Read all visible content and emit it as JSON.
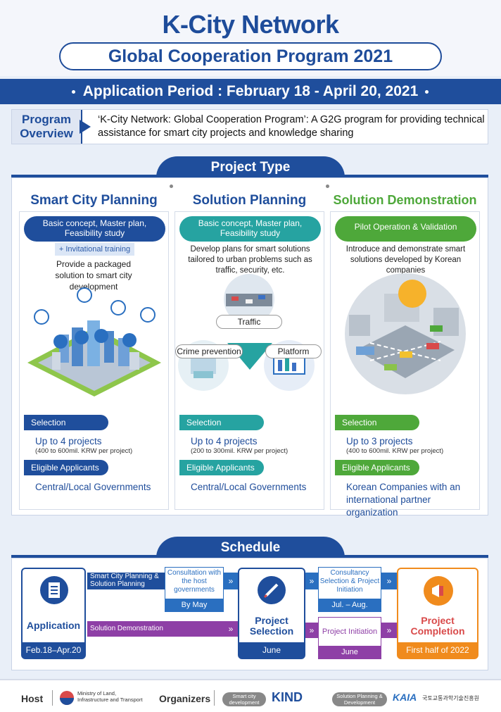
{
  "header": {
    "title": "K-City Network",
    "subtitle": "Global Cooperation Program 2021",
    "period": "Application Period : February 18 - April 20, 2021"
  },
  "overview": {
    "label_line1": "Program",
    "label_line2": "Overview",
    "text": "‘K-City Network: Global Cooperation Program’: A G2G program for providing technical assistance for smart city projects and knowledge sharing"
  },
  "project_type": {
    "title": "Project Type",
    "columns": [
      {
        "title": "Smart City Planning",
        "pill": "Basic concept, Master plan, Feasibility study",
        "sub_pill": "+ Invitational training",
        "desc": "Provide a packaged solution to smart city development",
        "selection_label": "Selection",
        "selection_main": "Up to 4 projects",
        "selection_sub": "(400 to 600mil. KRW per project)",
        "eligible_label": "Eligible Applicants",
        "eligible_text": "Central/Local Governments",
        "color": "#1f4e9c"
      },
      {
        "title": "Solution Planning",
        "pill": "Basic concept, Master plan, Feasibility study",
        "desc": "Develop plans for smart solutions tailored to urban problems such as traffic, security, etc.",
        "labels": [
          "Traffic",
          "Crime prevention",
          "Platform"
        ],
        "selection_label": "Selection",
        "selection_main": "Up to 4 projects",
        "selection_sub": "(200 to 300mil. KRW per project)",
        "eligible_label": "Eligible Applicants",
        "eligible_text": "Central/Local Governments",
        "color": "#26a3a1"
      },
      {
        "title": "Solution Demonstration",
        "pill": "Pilot Operation & Validation",
        "desc": "Introduce and demonstrate smart solutions developed by Korean companies",
        "selection_label": "Selection",
        "selection_main": "Up to 3 projects",
        "selection_sub": "(400 to 600mil. KRW per project)",
        "eligible_label": "Eligible Applicants",
        "eligible_text": "Korean Companies with an international partner organization",
        "color": "#4ea83a"
      }
    ]
  },
  "schedule": {
    "title": "Schedule",
    "application": {
      "title": "Application",
      "date": "Feb.18–Apr.20"
    },
    "band_top": "Smart City Planning & Solution Planning",
    "band_bottom": "Solution Demonstration",
    "consultation": {
      "text": "Consultation with the host governments",
      "date": "By May"
    },
    "selection": {
      "title": "Project Selection",
      "date": "June"
    },
    "consultancy": {
      "text": "Consultancy Selection & Project Initiation",
      "date": "Jul. – Aug."
    },
    "initiation": {
      "text": "Project Initiation",
      "date": "June"
    },
    "completion": {
      "title": "Project Completion",
      "date": "First half of 2022"
    },
    "colors": {
      "blue": "#1f4e9c",
      "purple": "#8e3fa6",
      "orange": "#f08b1d"
    }
  },
  "footer": {
    "host_label": "Host",
    "host_org": "Ministry of Land, Infrastructure and Transport",
    "organizers_label": "Organizers",
    "tag1": "Smart city development",
    "org1": "KIND",
    "tag2": "Solution Planning & Development",
    "org2": "KAIA",
    "org2_sub": "국토교통과학기술진흥원"
  }
}
